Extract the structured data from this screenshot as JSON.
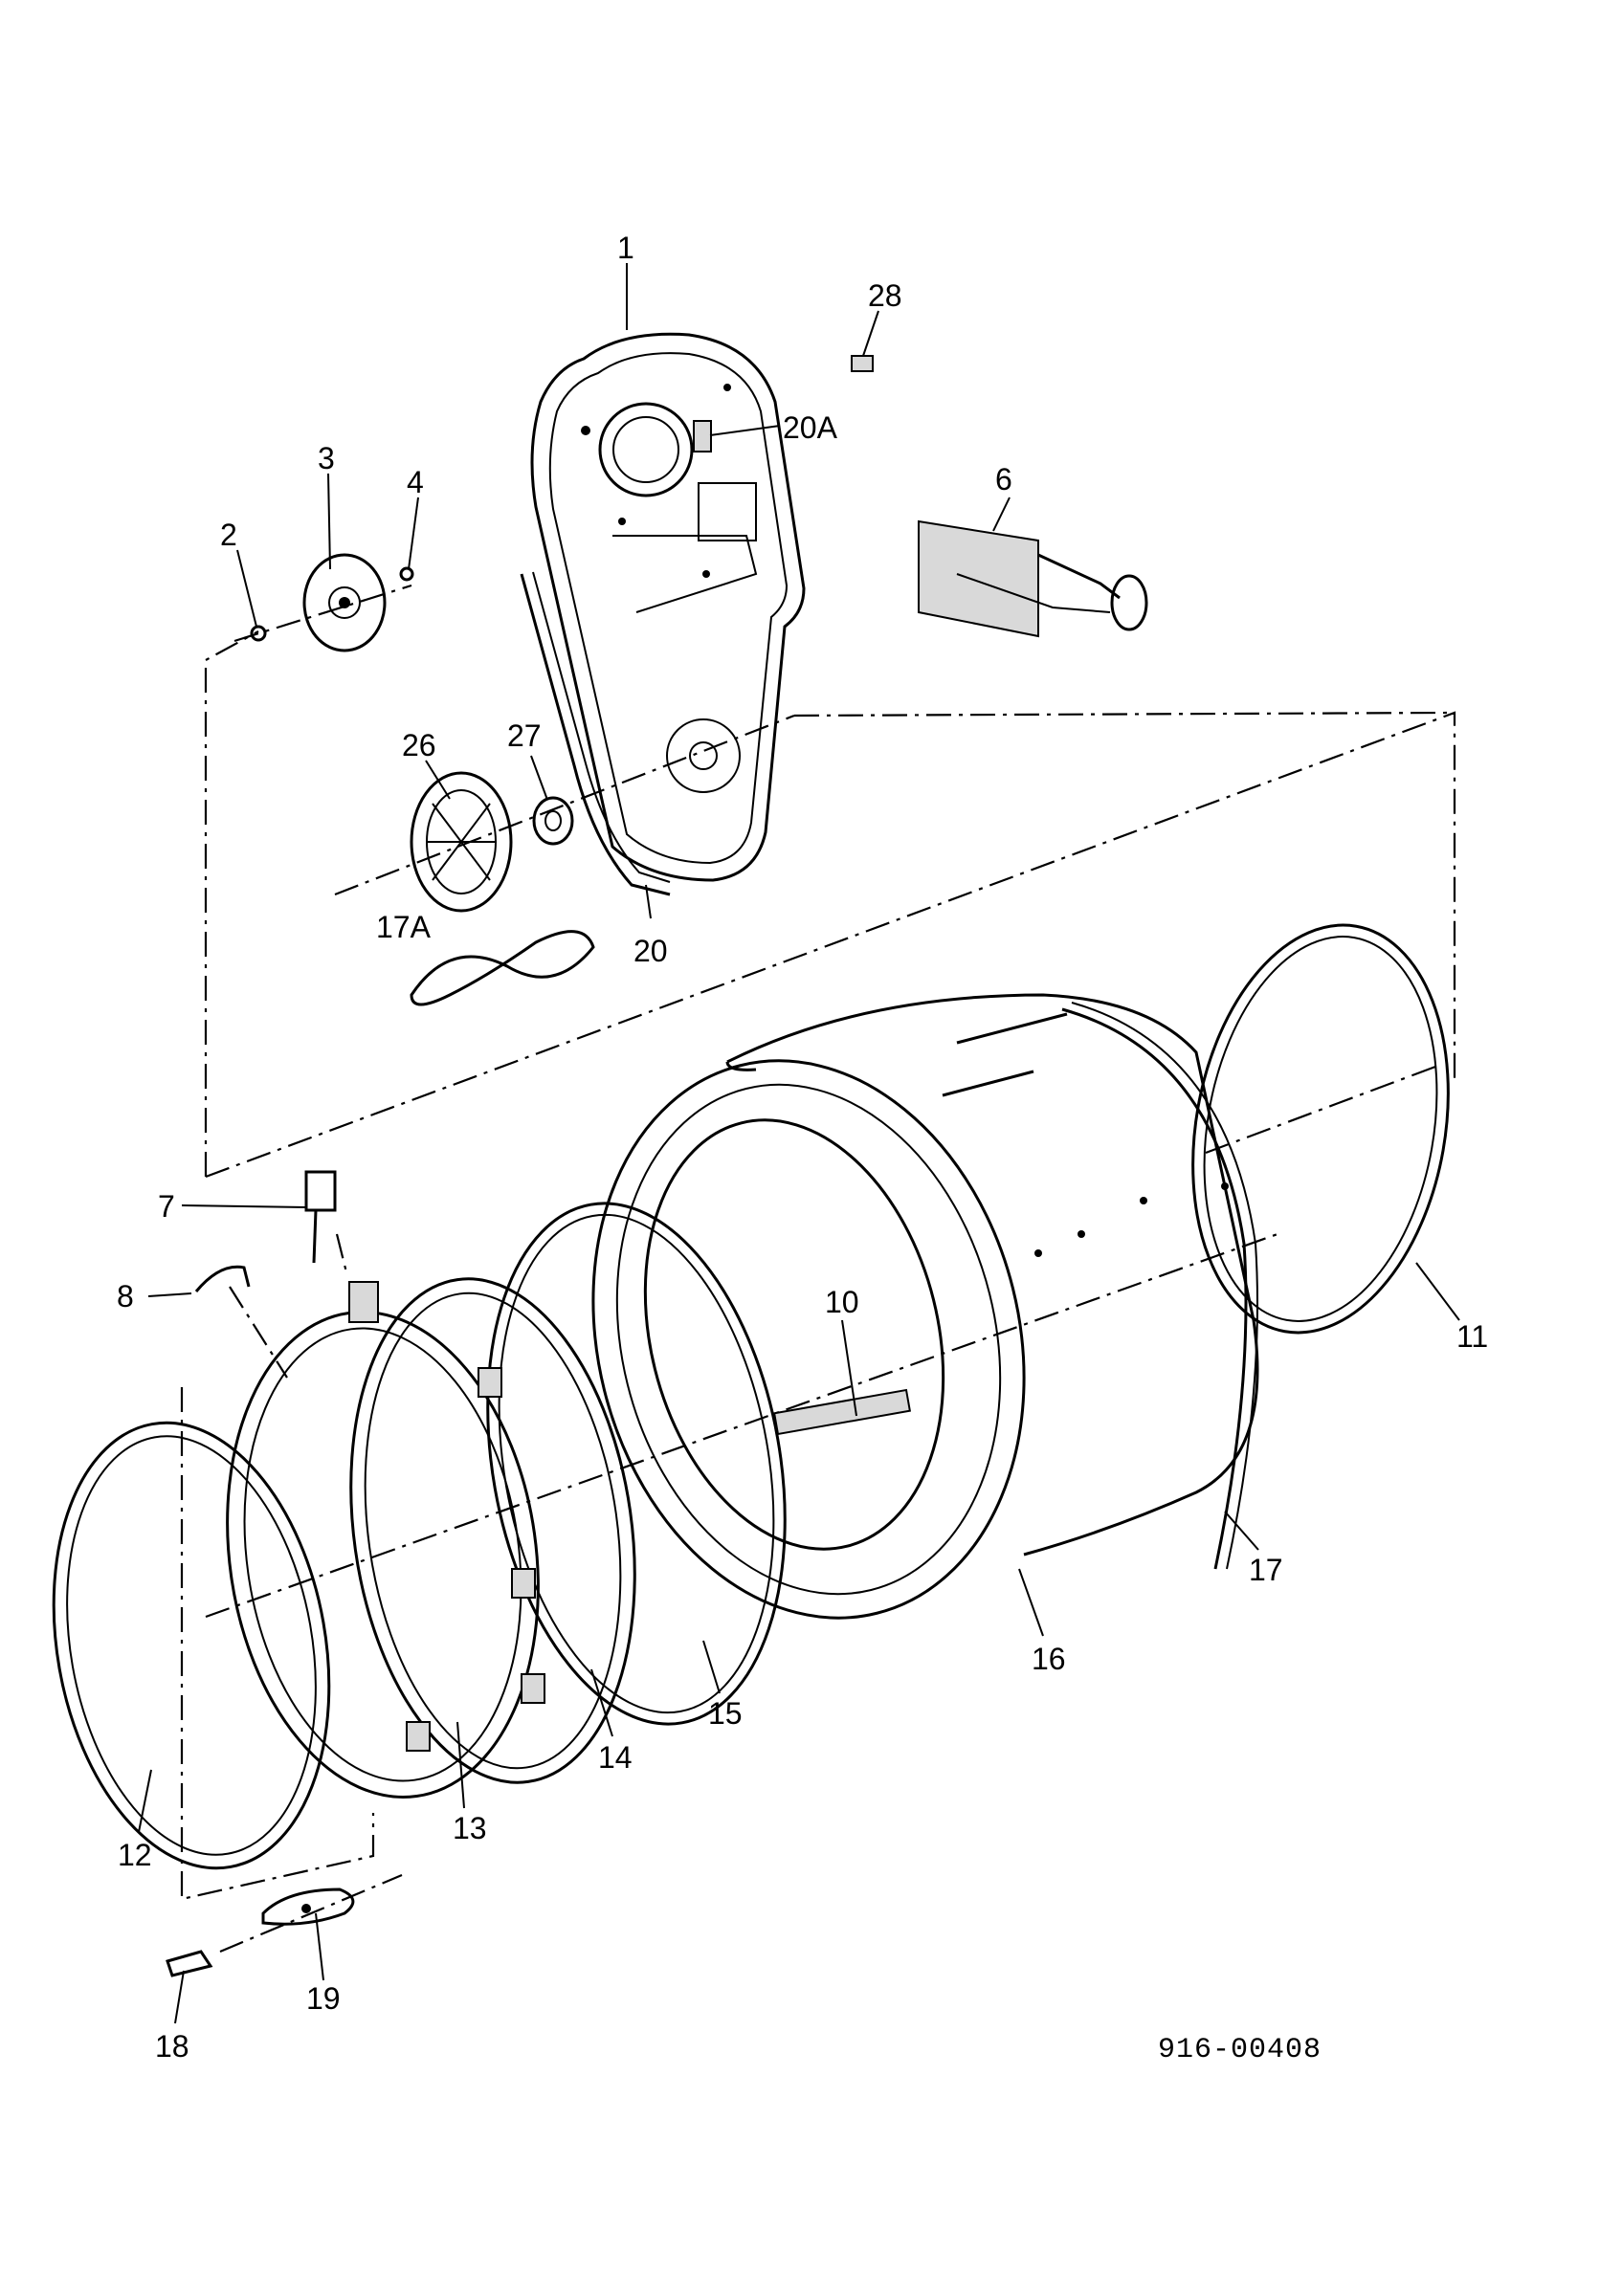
{
  "document_number": "916-00408",
  "callouts": [
    {
      "id": "1",
      "label": "1"
    },
    {
      "id": "2",
      "label": "2"
    },
    {
      "id": "3",
      "label": "3"
    },
    {
      "id": "4",
      "label": "4"
    },
    {
      "id": "6",
      "label": "6"
    },
    {
      "id": "7",
      "label": "7"
    },
    {
      "id": "8",
      "label": "8"
    },
    {
      "id": "10",
      "label": "10"
    },
    {
      "id": "11",
      "label": "11"
    },
    {
      "id": "12",
      "label": "12"
    },
    {
      "id": "13",
      "label": "13"
    },
    {
      "id": "14",
      "label": "14"
    },
    {
      "id": "15",
      "label": "15"
    },
    {
      "id": "16",
      "label": "16"
    },
    {
      "id": "17",
      "label": "17"
    },
    {
      "id": "17A",
      "label": "17A"
    },
    {
      "id": "18",
      "label": "18"
    },
    {
      "id": "19",
      "label": "19"
    },
    {
      "id": "20",
      "label": "20"
    },
    {
      "id": "20A",
      "label": "20A"
    },
    {
      "id": "26",
      "label": "26"
    },
    {
      "id": "27",
      "label": "27"
    },
    {
      "id": "28",
      "label": "28"
    }
  ]
}
